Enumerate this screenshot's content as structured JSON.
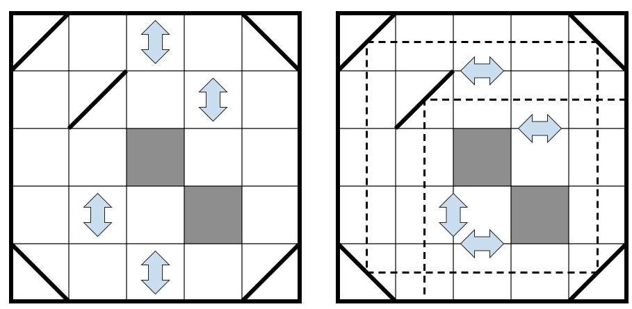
{
  "colors": {
    "shade": "#8e8e8e",
    "arrow_fill": "#c9dff0",
    "arrow_stroke": "#222222",
    "line": "#000000"
  },
  "grid": {
    "rows": 5,
    "cols": 5
  },
  "panels": [
    {
      "name": "left-panel",
      "shaded_cells": [
        [
          2,
          2
        ],
        [
          3,
          3
        ]
      ],
      "corner_diagonals": [
        "top-left",
        "top-right",
        "bottom-left",
        "bottom-right"
      ],
      "inner_diagonal": {
        "from": [
          1,
          2
        ],
        "to": [
          2,
          1
        ]
      },
      "arrows": [
        {
          "col": 2,
          "row": 0,
          "orientation": "vertical"
        },
        {
          "col": 3,
          "row": 1,
          "orientation": "vertical"
        },
        {
          "col": 1,
          "row": 3,
          "orientation": "vertical"
        },
        {
          "col": 2,
          "row": 4,
          "orientation": "vertical"
        }
      ],
      "dashed_paths": []
    },
    {
      "name": "right-panel",
      "shaded_cells": [
        [
          2,
          2
        ],
        [
          3,
          3
        ]
      ],
      "corner_diagonals": [
        "top-left",
        "top-right",
        "bottom-left",
        "bottom-right"
      ],
      "inner_diagonal": {
        "from": [
          1,
          2
        ],
        "to": [
          2,
          1
        ]
      },
      "arrows": [
        {
          "col": 2,
          "row": 0,
          "orientation": "horizontal",
          "dy": 0.5
        },
        {
          "col": 3,
          "row": 1,
          "orientation": "horizontal",
          "dy": 0.5
        },
        {
          "col": 1,
          "row": 3,
          "orientation": "vertical",
          "dx": 0.5
        },
        {
          "col": 2,
          "row": 4,
          "orientation": "horizontal",
          "dy": -0.5
        }
      ],
      "dashed_paths": [
        [
          [
            0.5,
            0.5
          ],
          [
            4.5,
            0.5
          ],
          [
            4.5,
            4.5
          ],
          [
            0.5,
            4.5
          ],
          [
            0.5,
            0.5
          ]
        ],
        [
          [
            5,
            1.5
          ],
          [
            1.5,
            1.5
          ],
          [
            1.5,
            5
          ]
        ]
      ]
    }
  ]
}
